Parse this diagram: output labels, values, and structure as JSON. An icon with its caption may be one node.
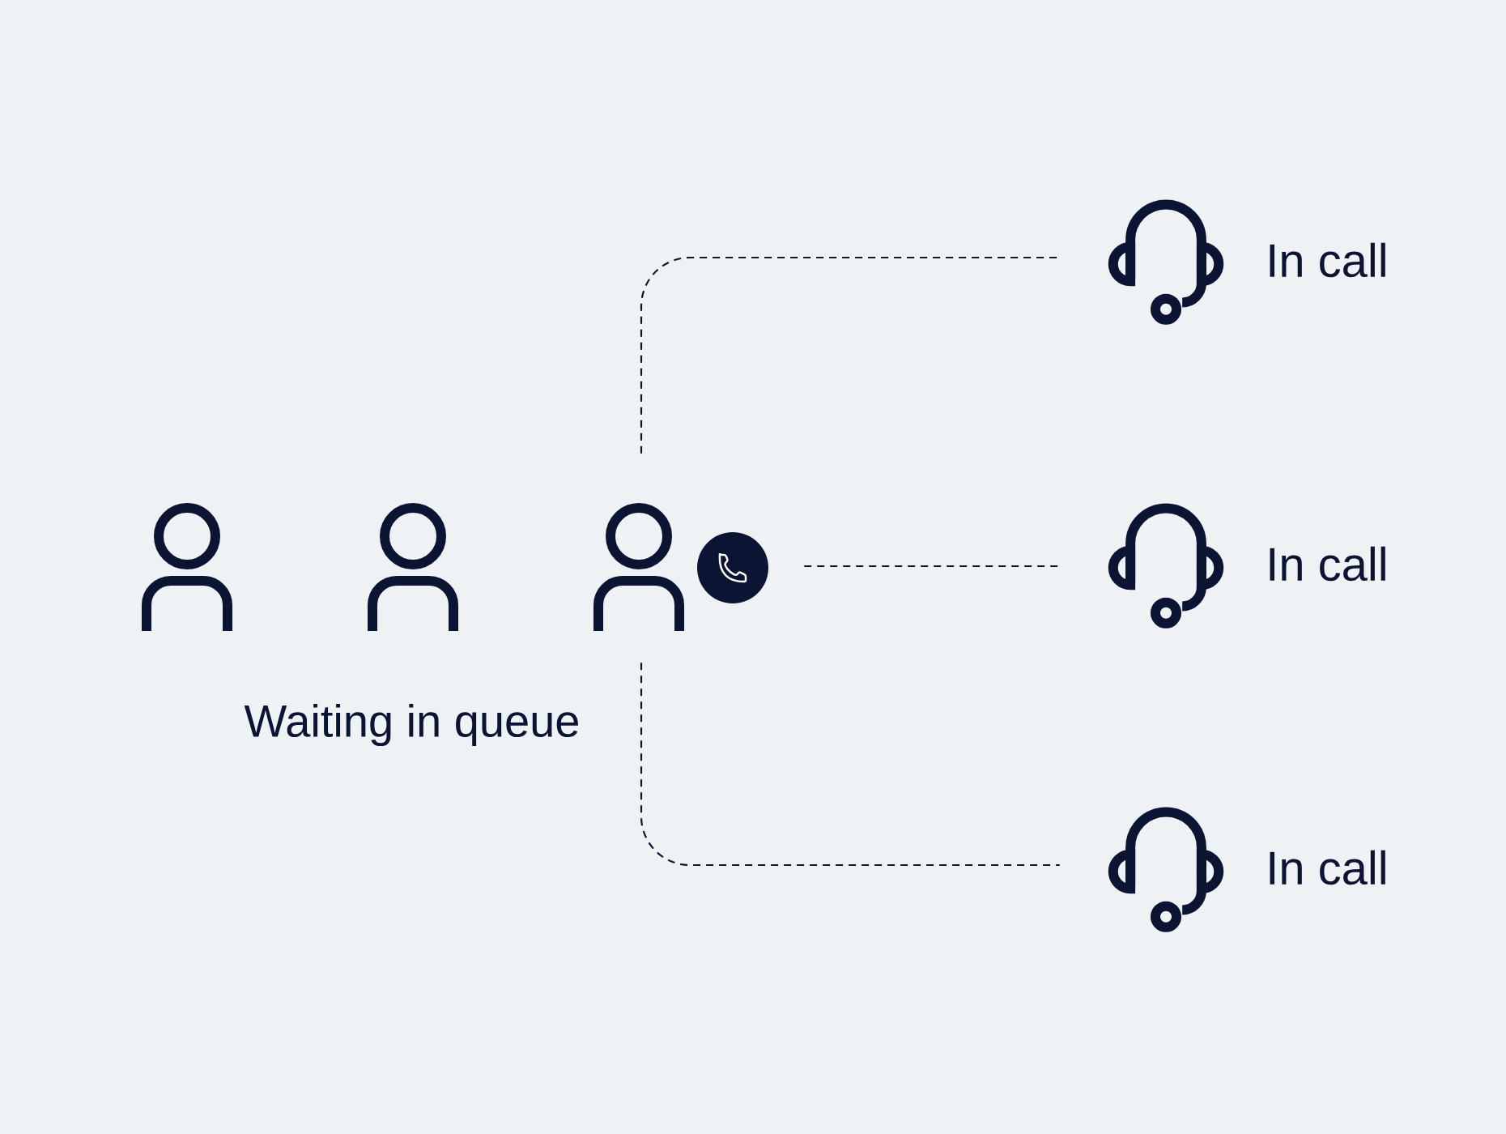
{
  "diagram": {
    "nodes": [
      {
        "text": [],
        "shape": "person"
      },
      {
        "text": [],
        "shape": "person"
      },
      {
        "text": [],
        "shape": "person"
      },
      {
        "text": [],
        "shape": "circle"
      },
      {
        "text": [],
        "shape": "picture",
        "beside": [
          "In call"
        ]
      },
      {
        "text": [],
        "shape": "picture",
        "beside": [
          "In call"
        ]
      },
      {
        "text": [],
        "shape": "picture",
        "beside": [
          "In call"
        ]
      }
    ],
    "edges": [
      {
        "from": 2,
        "to": 4,
        "arrow": "none",
        "style": "dashed"
      },
      {
        "from": 3,
        "to": 5,
        "arrow": "none",
        "style": "dashed"
      },
      {
        "from": 2,
        "to": 6,
        "arrow": "none",
        "style": "dashed"
      }
    ],
    "labels": [
      "Waiting in queue"
    ]
  }
}
